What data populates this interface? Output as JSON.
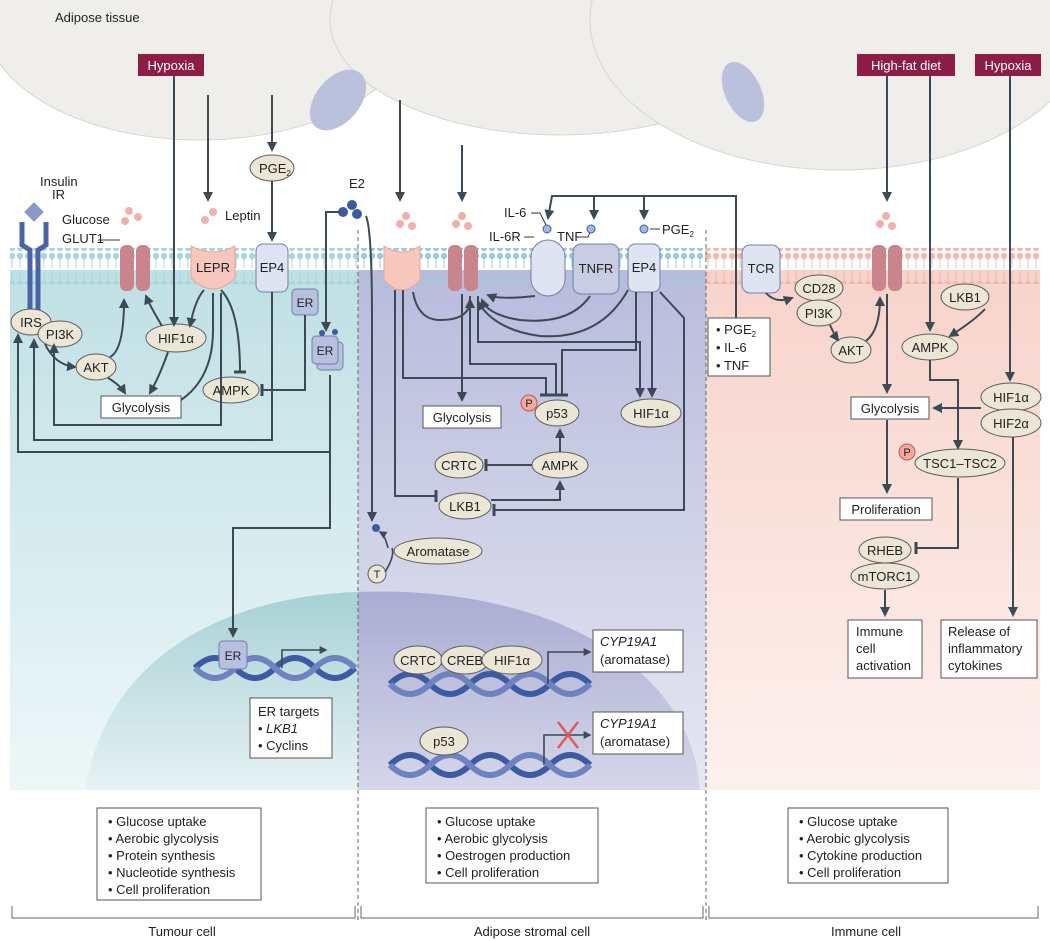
{
  "region_label": "Adipose tissue",
  "hypoxia_label": "Hypoxia",
  "high_fat_label": "High-fat diet",
  "tumour": {
    "insulin": "Insulin",
    "ir": "IR",
    "glucose": "Glucose",
    "glut1": "GLUT1",
    "leptin": "Leptin",
    "lepr": "LEPR",
    "pge2": "PGE",
    "pge2_sub": "2",
    "ep4": "EP4",
    "e2": "E2",
    "er": "ER",
    "irs": "IRS",
    "pi3k": "PI3K",
    "akt": "AKT",
    "hif1a": "HIF1α",
    "ampk": "AMPK",
    "glycolysis": "Glycolysis",
    "er_targets": [
      "ER targets",
      "LKB1",
      "Cyclins"
    ],
    "summary": [
      "Glucose uptake",
      "Aerobic glycolysis",
      "Protein synthesis",
      "Nucleotide synthesis",
      "Cell proliferation"
    ],
    "footer": "Tumour cell"
  },
  "stromal": {
    "il6": "IL-6",
    "il6r": "IL-6R",
    "tnf": "TNF",
    "tnfr": "TNFR",
    "pge2": "PGE",
    "pge2_sub": "2",
    "ep4": "EP4",
    "glycolysis": "Glycolysis",
    "p": "P",
    "p53": "p53",
    "hif1a": "HIF1α",
    "crtc": "CRTC",
    "ampk": "AMPK",
    "lkb1": "LKB1",
    "aromatase": "Aromatase",
    "t": "T",
    "creb": "CREB",
    "cyp": "CYP19A1",
    "aromatase_paren": "(aromatase)",
    "secreted": [
      "PGE",
      "IL-6",
      "TNF"
    ],
    "secreted_sub": "2",
    "summary": [
      "Glucose uptake",
      "Aerobic glycolysis",
      "Oestrogen production",
      "Cell proliferation"
    ],
    "footer": "Adipose stromal cell"
  },
  "immune": {
    "tcr": "TCR",
    "cd28": "CD28",
    "pi3k": "PI3K",
    "akt": "AKT",
    "lkb1": "LKB1",
    "ampk": "AMPK",
    "hif1a": "HIF1α",
    "hif2a": "HIF2α",
    "glycolysis": "Glycolysis",
    "p": "P",
    "tsc": "TSC1–TSC2",
    "proliferation": "Proliferation",
    "rheb": "RHEB",
    "mtorc1": "mTORC1",
    "activation": [
      "Immune",
      "cell",
      "activation"
    ],
    "release": [
      "Release of",
      "inflammatory",
      "cytokines"
    ],
    "summary": [
      "Glucose uptake",
      "Aerobic glycolysis",
      "Cytokine production",
      "Cell proliferation"
    ],
    "footer": "Immune cell"
  },
  "colors": {
    "hypoxia_fill": "#8b1d47",
    "tumour_bg": "#cfe7ea",
    "stromal_bg": "#c9cbe3",
    "immune_bg": "#f9dcd6",
    "oval_fill": "#ece6d6",
    "membrane": "#a9d6dc",
    "arrow": "#3b4a55"
  }
}
